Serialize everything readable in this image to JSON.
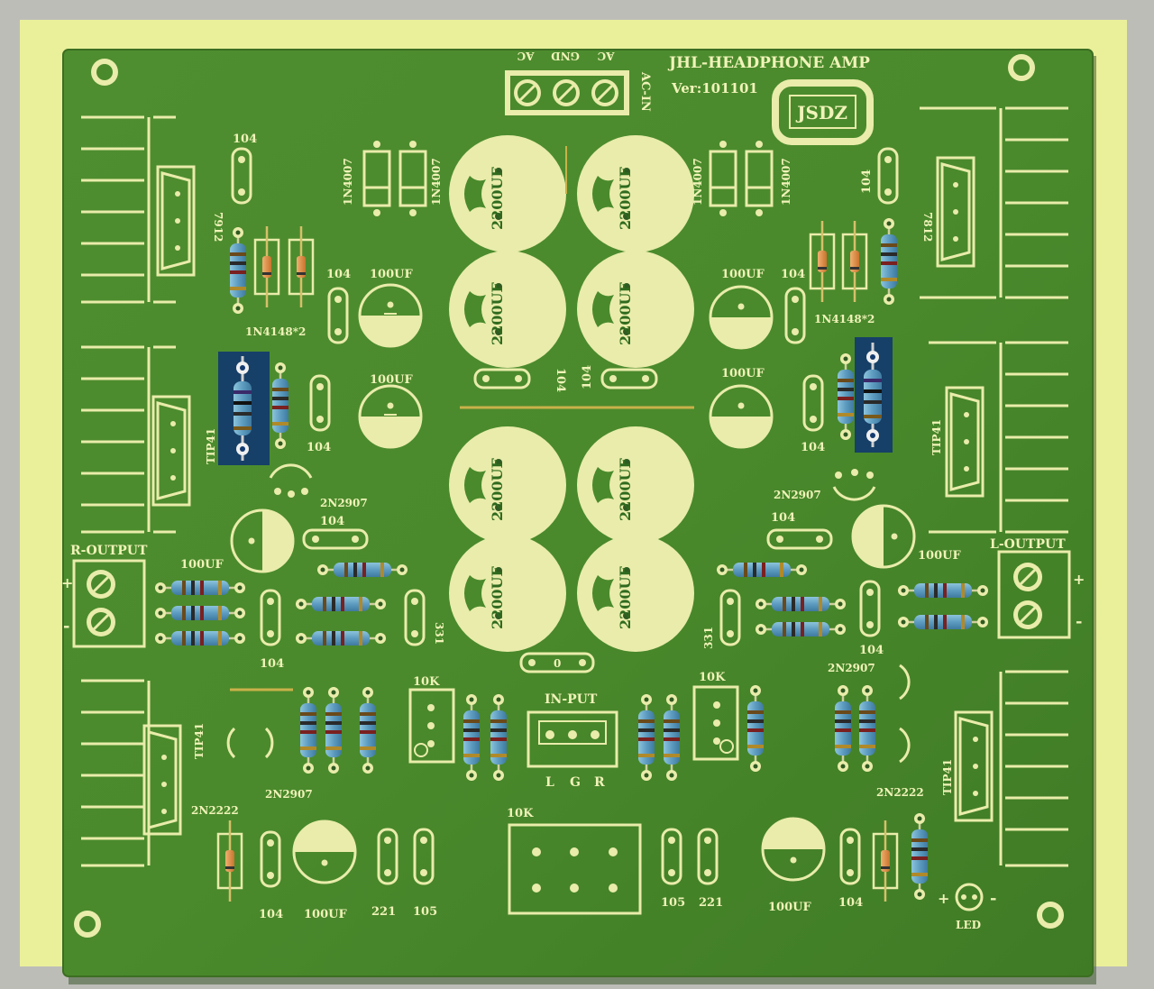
{
  "board": {
    "title": "JHL-HEADPHONE AMP",
    "version": "Ver:101101",
    "logo": "JSDZ",
    "power_terminal": [
      "AC",
      "GND",
      "AC"
    ],
    "power_label": "AC-IN",
    "input_label": "IN-PUT",
    "input_pins": [
      "L",
      "G",
      "R"
    ],
    "r_output": "R-OUTPUT",
    "l_output": "L-OUTPUT",
    "led": "LED"
  },
  "labels": {
    "c104": "104",
    "c100uf": "100UF",
    "c2200uf": "2200UF",
    "diode_1n4007": "1N4007",
    "diode_1n4148": "1N4148*2",
    "reg_7912": "7912",
    "reg_7812": "7812",
    "tip41": "TIP41",
    "q2n2907": "2N2907",
    "q2n2222": "2N2222",
    "pot10k": "10K",
    "r331": "331",
    "c221": "221",
    "c105": "105",
    "r0": "0",
    "plus": "+",
    "minus": "-"
  },
  "colors": {
    "background_sheet": "#eaf09a",
    "board": "#4d8a2e",
    "silkscreen": "#e9ecaa",
    "resistor_body": "#5e9ec0",
    "highlight": "#123a6e"
  }
}
